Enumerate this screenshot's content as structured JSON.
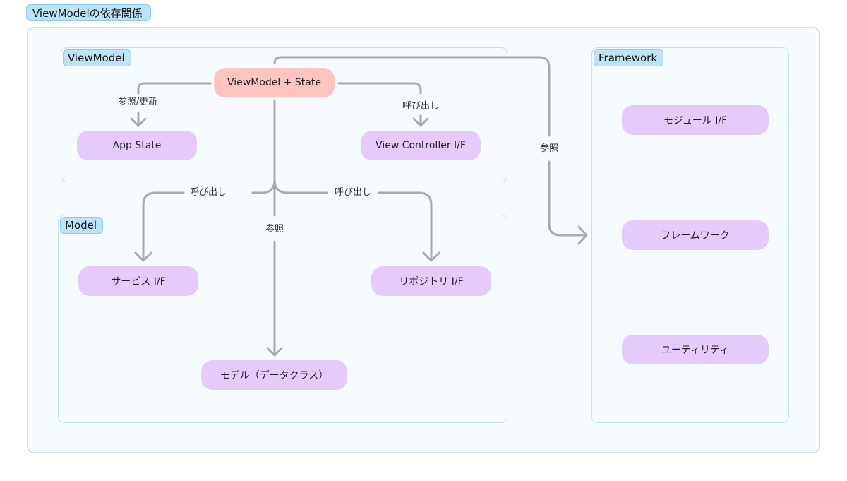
{
  "diagram": {
    "title": "ViewModelの依存関係",
    "groups": {
      "viewmodel": {
        "label": "ViewModel"
      },
      "model": {
        "label": "Model"
      },
      "framework": {
        "label": "Framework"
      }
    },
    "nodes": {
      "vm_state": {
        "label": "ViewModel + State"
      },
      "app_state": {
        "label": "App State"
      },
      "view_controller": {
        "label": "View Controller I/F"
      },
      "service": {
        "label": "サービス I/F"
      },
      "repository": {
        "label": "リポジトリ I/F"
      },
      "data_model": {
        "label": "モデル（データクラス）"
      },
      "module_if": {
        "label": "モジュール I/F"
      },
      "framework_node": {
        "label": "フレームワーク"
      },
      "utility": {
        "label": "ユーティリティ"
      }
    },
    "edges": [
      {
        "from": "vm_state",
        "to": "app_state",
        "label": "参照/更新"
      },
      {
        "from": "vm_state",
        "to": "view_controller",
        "label": "呼び出し"
      },
      {
        "from": "vm_state",
        "to": "framework",
        "label": "参照"
      },
      {
        "from": "vm_state",
        "to": "service",
        "label": "呼び出し"
      },
      {
        "from": "vm_state",
        "to": "repository",
        "label": "呼び出し"
      },
      {
        "from": "vm_state",
        "to": "data_model",
        "label": "参照"
      }
    ],
    "colors": {
      "node_fill": "#e4cbfc",
      "focus_node_fill": "#ffc4c0",
      "group_label_fill": "#bde3fb",
      "group_border": "#bfe2f8",
      "background": "#f5fbff",
      "edge": "#aaaaaa"
    }
  }
}
